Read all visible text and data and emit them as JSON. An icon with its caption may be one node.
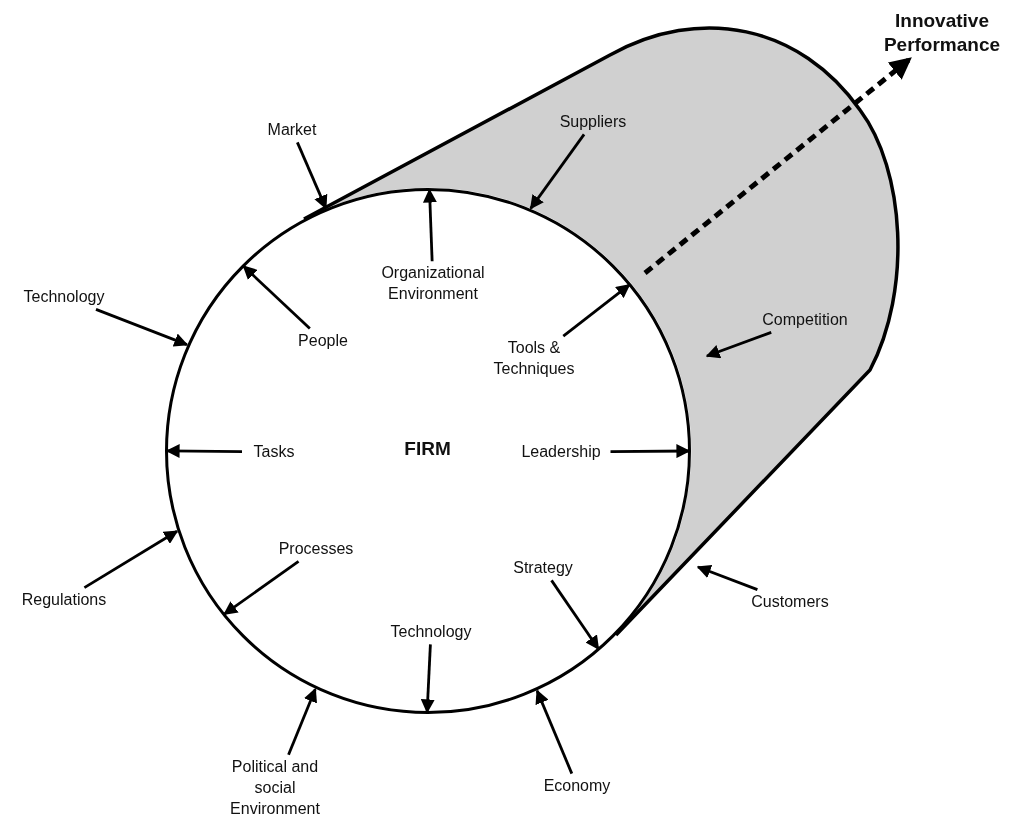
{
  "diagram": {
    "nodes": [
      {
        "text": [],
        "shape": "cylinder"
      },
      {
        "text": [
          "FIRM"
        ]
      },
      {
        "text": [
          "Organizational Environment"
        ],
        "in": 1
      },
      {
        "text": [
          "People"
        ],
        "in": 1
      },
      {
        "text": [
          "Tools & Techniques"
        ],
        "in": 1
      },
      {
        "text": [
          "Tasks"
        ],
        "in": 1
      },
      {
        "text": [
          "Leadership"
        ],
        "in": 1
      },
      {
        "text": [
          "Processes"
        ],
        "in": 1
      },
      {
        "text": [
          "Strategy"
        ],
        "in": 1
      },
      {
        "text": [
          "Technology"
        ],
        "in": 1
      },
      {
        "text": [
          "Market"
        ]
      },
      {
        "text": [
          "Suppliers"
        ],
        "in": 0
      },
      {
        "text": [
          "Technology"
        ]
      },
      {
        "text": [
          "Competition"
        ],
        "in": 0
      },
      {
        "text": [
          "Regulations"
        ]
      },
      {
        "text": [
          "Customers"
        ]
      },
      {
        "text": [
          "Political and social Environment"
        ]
      },
      {
        "text": [
          "Economy"
        ]
      },
      {
        "text": [
          "Innovative Performance"
        ]
      }
    ],
    "edges": [
      {
        "from": 2,
        "to": 1,
        "arrow": "to"
      },
      {
        "from": 3,
        "to": 1,
        "arrow": "to"
      },
      {
        "from": 4,
        "to": 1,
        "arrow": "to"
      },
      {
        "from": 5,
        "to": 1,
        "arrow": "to"
      },
      {
        "from": 6,
        "to": 1,
        "arrow": "to"
      },
      {
        "from": 7,
        "to": 1,
        "arrow": "to"
      },
      {
        "from": 8,
        "to": 1,
        "arrow": "to"
      },
      {
        "from": 9,
        "to": 1,
        "arrow": "to"
      },
      {
        "from": 10,
        "to": 1,
        "arrow": "to"
      },
      {
        "from": 11,
        "to": 1,
        "arrow": "to"
      },
      {
        "from": 12,
        "to": 1,
        "arrow": "to"
      },
      {
        "from": 13,
        "to": 0,
        "arrow": "to"
      },
      {
        "from": 14,
        "to": 1,
        "arrow": "to"
      },
      {
        "from": 15,
        "to": 0,
        "arrow": "to"
      },
      {
        "from": 16,
        "to": 1,
        "arrow": "to"
      },
      {
        "from": 17,
        "to": 1,
        "arrow": "to"
      },
      {
        "from": null,
        "to": 18,
        "arrow": "to",
        "style": "dashed"
      }
    ]
  }
}
